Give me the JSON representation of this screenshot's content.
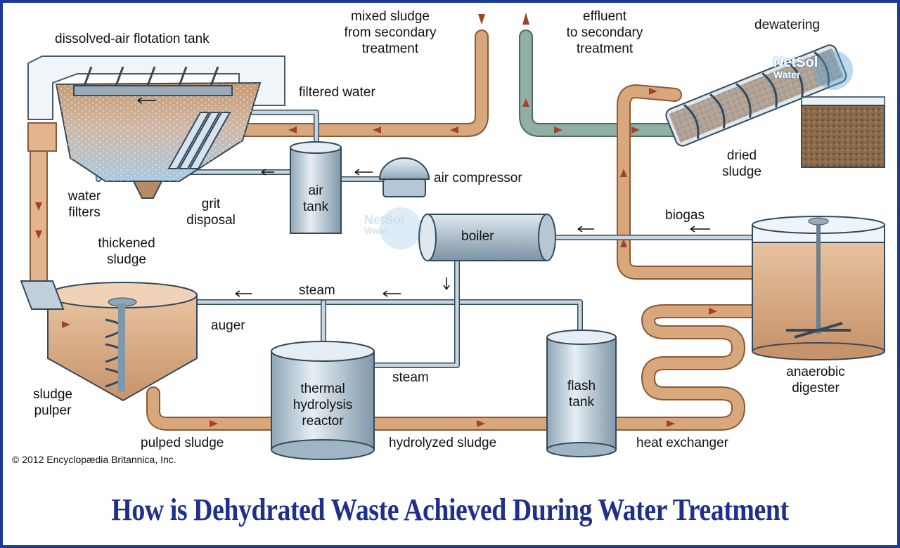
{
  "labels": {
    "daf_tank": "dissolved-air flotation tank",
    "mixed_sludge": "mixed sludge\nfrom secondary\ntreatment",
    "effluent": "effluent\nto secondary\ntreatment",
    "dewatering": "dewatering",
    "filtered_water": "filtered water",
    "dried_sludge": "dried\nsludge",
    "air_compressor": "air compressor",
    "air_tank": "air\ntank",
    "water_filters": "water\nfilters",
    "grit_disposal": "grit\ndisposal",
    "boiler": "boiler",
    "biogas": "biogas",
    "thickened_sludge": "thickened\nsludge",
    "steam_top": "steam",
    "auger": "auger",
    "steam_mid": "steam",
    "sludge_pulper": "sludge\npulper",
    "thermal_reactor": "thermal\nhydrolysis\nreactor",
    "flash_tank": "flash\ntank",
    "anaerobic_digester": "anaerobic\ndigester",
    "pulped_sludge": "pulped sludge",
    "hydrolyzed_sludge": "hydrolyzed sludge",
    "heat_exchanger": "heat exchanger"
  },
  "copyright": "© 2012 Encyclopædia Britannica, Inc.",
  "title": "How is Dehydrated Waste Achieved During Water Treatment",
  "watermark": {
    "main": "NetSol",
    "sub": "Water"
  },
  "colors": {
    "sludge_pipe": "#d9a77c",
    "sludge_pipe_edge": "#8a5a36",
    "water_pipe": "#9fb9c8",
    "effluent_pipe": "#8fb0a3",
    "steel": "#bfd0dc",
    "steel_edge": "#34495a",
    "arrow_flow": "#a0432a",
    "title": "#1f2f8c",
    "border": "#1a3a9a"
  }
}
